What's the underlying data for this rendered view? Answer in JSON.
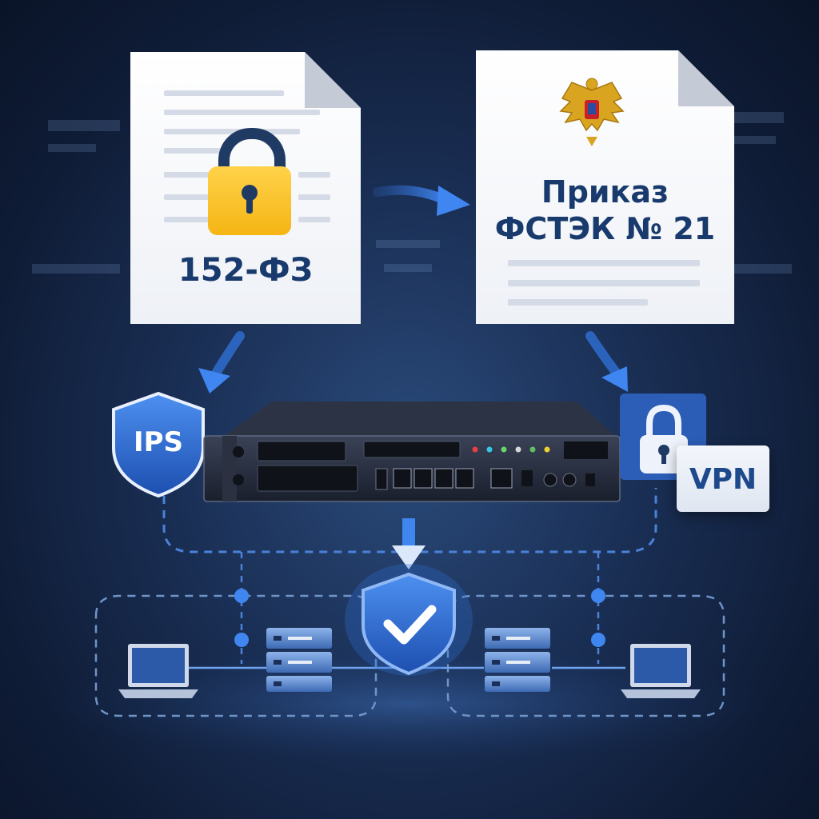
{
  "documents": {
    "law": {
      "title": "152-ФЗ"
    },
    "order": {
      "title_line1": "Приказ",
      "title_line2": "ФСТЭК № 21"
    }
  },
  "badges": {
    "ips": "IPS",
    "vpn": "VPN"
  },
  "colors": {
    "accent": "#2f6fd6",
    "doc_text": "#183a6d",
    "lock_gold": "#f5b514"
  }
}
